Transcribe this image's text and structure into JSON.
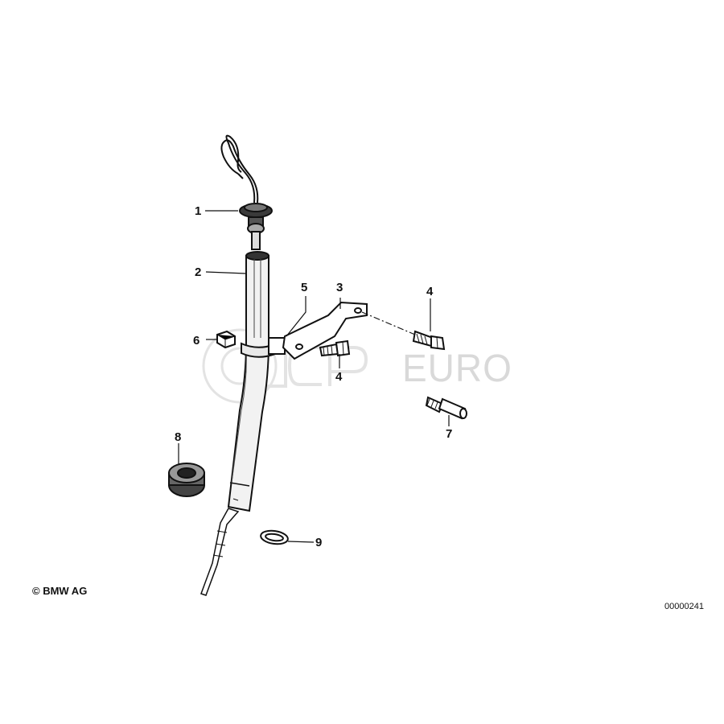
{
  "diagram": {
    "copyright": "© BMW AG",
    "document_number": "00000241",
    "watermark_brand": "EURO",
    "callouts": [
      "1",
      "2",
      "3",
      "4",
      "4",
      "5",
      "6",
      "7",
      "8",
      "9"
    ],
    "line_color": "#111111",
    "watermark_color": "#d9d9d9"
  }
}
